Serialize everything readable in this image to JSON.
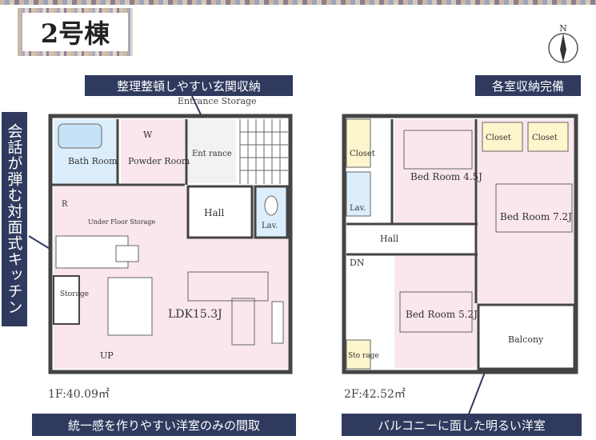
{
  "title": "2号棟",
  "compass_label": "N",
  "banners": {
    "entrance": "整理整頓しやすい玄関収納",
    "storage": "各室収納完備",
    "kitchen": "会話が弾む対面式キッチン",
    "western": "統一感を作りやすい洋室のみの間取",
    "balcony": "バルコニーに面した明るい洋室"
  },
  "floor1": {
    "area": "1F:40.09㎡",
    "rooms": {
      "entrance_storage": "Entrance Storage",
      "bath": "Bath Room",
      "w": "W",
      "powder": "Powder Room",
      "entrance": "Ent rance",
      "hall": "Hall",
      "lav": "Lav.",
      "r": "R",
      "under_floor": "Under Floor Storage",
      "storage": "Storage",
      "ldk": "LDK15.3J",
      "up": "UP"
    }
  },
  "floor2": {
    "area": "2F:42.52㎡",
    "rooms": {
      "closet_left": "Closet",
      "lav": "Lav.",
      "bed1": "Bed Room 4.5J",
      "closet1": "Closet",
      "closet2": "Closet",
      "bed2": "Bed Room 7.2J",
      "hall": "Hall",
      "dn": "DN",
      "bed3": "Bed Room 5.2J",
      "balcony": "Balcony",
      "storage": "Sto rage"
    }
  }
}
